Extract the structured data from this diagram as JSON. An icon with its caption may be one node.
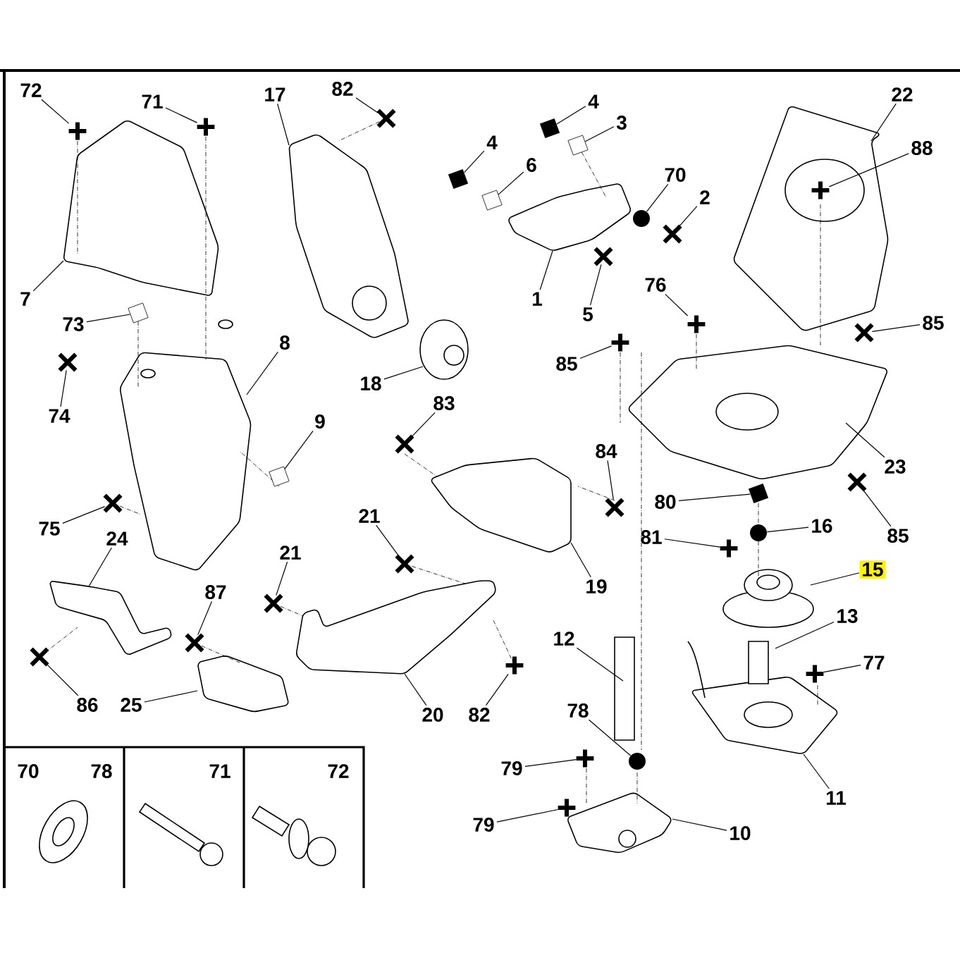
{
  "diagram": {
    "nodes": [
      {
        "text": [
          "72"
        ]
      },
      {
        "text": [
          "71"
        ]
      },
      {
        "text": [
          "7"
        ]
      },
      {
        "text": [
          "17"
        ]
      },
      {
        "text": [
          "82"
        ]
      },
      {
        "text": [
          "4"
        ]
      },
      {
        "text": [
          "3"
        ]
      },
      {
        "text": [
          "4"
        ]
      },
      {
        "text": [
          "6"
        ]
      },
      {
        "text": [
          "70"
        ]
      },
      {
        "text": [
          "2"
        ]
      },
      {
        "text": [
          "1"
        ]
      },
      {
        "text": [
          "5"
        ]
      },
      {
        "text": [
          "22"
        ]
      },
      {
        "text": [
          "88"
        ]
      },
      {
        "text": [
          "73"
        ]
      },
      {
        "text": [
          "8"
        ]
      },
      {
        "text": [
          "18"
        ]
      },
      {
        "text": [
          "76"
        ]
      },
      {
        "text": [
          "85"
        ]
      },
      {
        "text": [
          "85"
        ]
      },
      {
        "text": [
          "74"
        ]
      },
      {
        "text": [
          "9"
        ]
      },
      {
        "text": [
          "83"
        ]
      },
      {
        "text": [
          "84"
        ]
      },
      {
        "text": [
          "23"
        ]
      },
      {
        "text": [
          "75"
        ]
      },
      {
        "text": [
          "80"
        ]
      },
      {
        "text": [
          "85"
        ]
      },
      {
        "text": [
          "24"
        ]
      },
      {
        "text": [
          "16"
        ]
      },
      {
        "text": [
          "21"
        ]
      },
      {
        "text": [
          "81"
        ]
      },
      {
        "text": [
          "21"
        ]
      },
      {
        "text": [
          "15"
        ]
      },
      {
        "text": [
          "87"
        ]
      },
      {
        "text": [
          "19"
        ]
      },
      {
        "text": [
          "13"
        ]
      },
      {
        "text": [
          "12"
        ]
      },
      {
        "text": [
          "77"
        ]
      },
      {
        "text": [
          "86"
        ]
      },
      {
        "text": [
          "25"
        ]
      },
      {
        "text": [
          "20"
        ]
      },
      {
        "text": [
          "82"
        ]
      },
      {
        "text": [
          "78"
        ]
      },
      {
        "text": [
          "11"
        ]
      },
      {
        "text": [
          "79"
        ]
      },
      {
        "text": [
          "79"
        ]
      },
      {
        "text": [
          "10"
        ]
      },
      {
        "text": [],
        "shape": "plus"
      },
      {
        "text": [],
        "shape": "plus"
      },
      {
        "text": [],
        "shape": "cross"
      },
      {
        "text": [],
        "shape": "square"
      },
      {
        "text": [],
        "shape": "box"
      },
      {
        "text": [],
        "shape": "square"
      },
      {
        "text": [],
        "shape": "box"
      },
      {
        "text": [],
        "shape": "circle"
      },
      {
        "text": [],
        "shape": "cross"
      },
      {
        "text": [],
        "shape": "cross"
      },
      {
        "text": [],
        "shape": "plus"
      },
      {
        "text": [],
        "shape": "box"
      },
      {
        "text": [],
        "shape": "plus"
      },
      {
        "text": [],
        "shape": "plus"
      },
      {
        "text": [],
        "shape": "cross"
      },
      {
        "text": [],
        "shape": "cross"
      },
      {
        "text": [],
        "shape": "box"
      },
      {
        "text": [],
        "shape": "cross"
      },
      {
        "text": [],
        "shape": "cross"
      },
      {
        "text": [],
        "shape": "cross"
      },
      {
        "text": [],
        "shape": "square"
      },
      {
        "text": [],
        "shape": "cross"
      },
      {
        "text": [],
        "shape": "circle"
      },
      {
        "text": [],
        "shape": "cross"
      },
      {
        "text": [],
        "shape": "plus"
      },
      {
        "text": [],
        "shape": "cross"
      },
      {
        "text": [],
        "shape": "cross"
      },
      {
        "text": [],
        "shape": "plus"
      },
      {
        "text": [],
        "shape": "cross"
      },
      {
        "text": [],
        "shape": "plus"
      },
      {
        "text": [],
        "shape": "circle"
      },
      {
        "text": [],
        "shape": "plus"
      },
      {
        "text": [],
        "shape": "plus"
      }
    ],
    "edges": [
      {
        "from": 0,
        "to": 49,
        "arrow": "none"
      },
      {
        "from": 1,
        "to": 50,
        "arrow": "none"
      },
      {
        "from": 2,
        "to": null,
        "arrow": "none"
      },
      {
        "from": 3,
        "to": null,
        "arrow": "none"
      },
      {
        "from": 4,
        "to": 51,
        "arrow": "none"
      },
      {
        "from": 5,
        "to": 52,
        "arrow": "none"
      },
      {
        "from": 6,
        "to": 53,
        "arrow": "none"
      },
      {
        "from": 7,
        "to": 54,
        "arrow": "none"
      },
      {
        "from": 8,
        "to": 55,
        "arrow": "none"
      },
      {
        "from": 9,
        "to": 56,
        "arrow": "none"
      },
      {
        "from": 10,
        "to": 57,
        "arrow": "none"
      },
      {
        "from": 11,
        "to": null,
        "arrow": "none"
      },
      {
        "from": 12,
        "to": 58,
        "arrow": "none"
      },
      {
        "from": 13,
        "to": null,
        "arrow": "none"
      },
      {
        "from": 14,
        "to": 59,
        "arrow": "none"
      },
      {
        "from": 15,
        "to": 60,
        "arrow": "none"
      },
      {
        "from": 16,
        "to": null,
        "arrow": "none"
      },
      {
        "from": 17,
        "to": null,
        "arrow": "none"
      },
      {
        "from": 18,
        "to": 61,
        "arrow": "none"
      },
      {
        "from": 19,
        "to": 62,
        "arrow": "none"
      },
      {
        "from": 20,
        "to": 63,
        "arrow": "none"
      },
      {
        "from": 21,
        "to": 64,
        "arrow": "none"
      },
      {
        "from": 22,
        "to": 65,
        "arrow": "none"
      },
      {
        "from": 23,
        "to": 66,
        "arrow": "none"
      },
      {
        "from": 24,
        "to": 67,
        "arrow": "none"
      },
      {
        "from": 25,
        "to": null,
        "arrow": "none"
      },
      {
        "from": 26,
        "to": 68,
        "arrow": "none"
      },
      {
        "from": 27,
        "to": 69,
        "arrow": "none"
      },
      {
        "from": 28,
        "to": 70,
        "arrow": "none"
      },
      {
        "from": 29,
        "to": null,
        "arrow": "none"
      },
      {
        "from": 30,
        "to": 71,
        "arrow": "none"
      },
      {
        "from": 31,
        "to": 72,
        "arrow": "none"
      },
      {
        "from": 32,
        "to": 73,
        "arrow": "none"
      },
      {
        "from": 33,
        "to": 74,
        "arrow": "none"
      },
      {
        "from": 34,
        "to": null,
        "arrow": "none"
      },
      {
        "from": 35,
        "to": 75,
        "arrow": "none"
      },
      {
        "from": 36,
        "to": null,
        "arrow": "none"
      },
      {
        "from": 37,
        "to": null,
        "arrow": "none"
      },
      {
        "from": 38,
        "to": null,
        "arrow": "none"
      },
      {
        "from": 39,
        "to": 76,
        "arrow": "none"
      },
      {
        "from": 40,
        "to": 77,
        "arrow": "none"
      },
      {
        "from": 41,
        "to": null,
        "arrow": "none"
      },
      {
        "from": 42,
        "to": null,
        "arrow": "none"
      },
      {
        "from": 43,
        "to": 78,
        "arrow": "none"
      },
      {
        "from": 44,
        "to": 79,
        "arrow": "none"
      },
      {
        "from": 45,
        "to": null,
        "arrow": "none"
      },
      {
        "from": 46,
        "to": 80,
        "arrow": "none"
      },
      {
        "from": 47,
        "to": 81,
        "arrow": "none"
      },
      {
        "from": 48,
        "to": null,
        "arrow": "none"
      }
    ],
    "labels": [
      "70",
      "78",
      "71",
      "72"
    ]
  }
}
